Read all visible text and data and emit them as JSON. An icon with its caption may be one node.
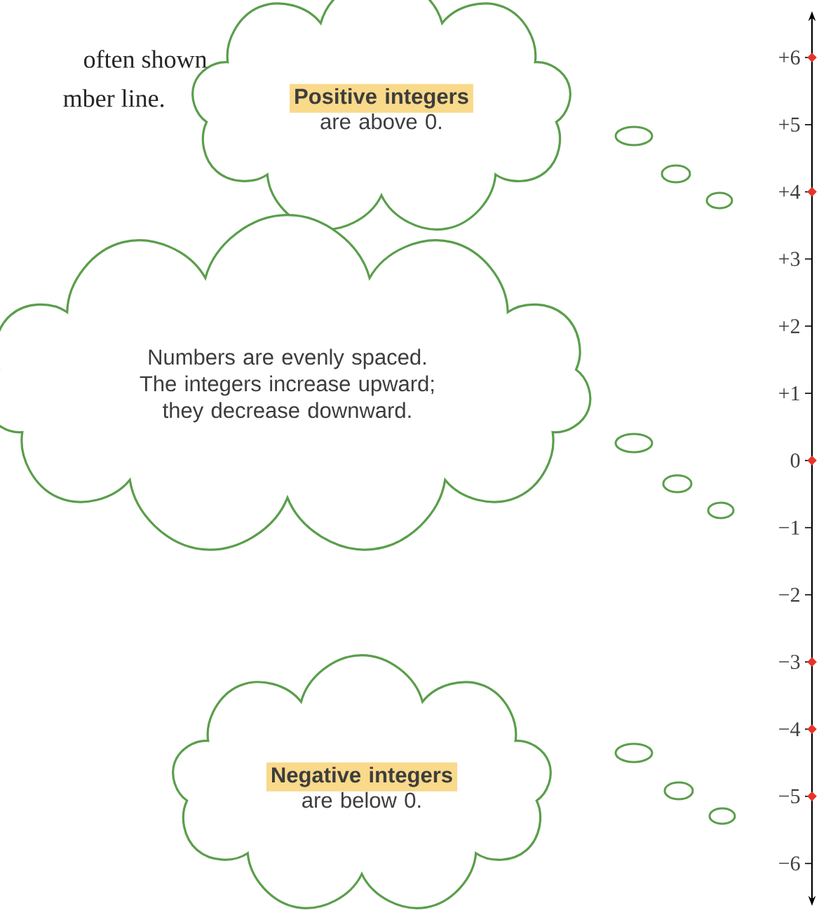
{
  "diagram": {
    "nodes": [
      {
        "text": [
          "Positive integers",
          "are above 0."
        ]
      },
      {
        "text": [
          "Numbers are evenly spaced. The integers increase upward; they decrease downward."
        ]
      },
      {
        "text": [
          "Negative integers",
          "are below 0."
        ]
      }
    ],
    "labels": [
      "often shown",
      "mber line.",
      "+6",
      "+5",
      "+4",
      "+3",
      "+2",
      "+1",
      "0",
      "−1",
      "−2",
      "−3",
      "−4",
      "−5",
      "−6"
    ]
  }
}
